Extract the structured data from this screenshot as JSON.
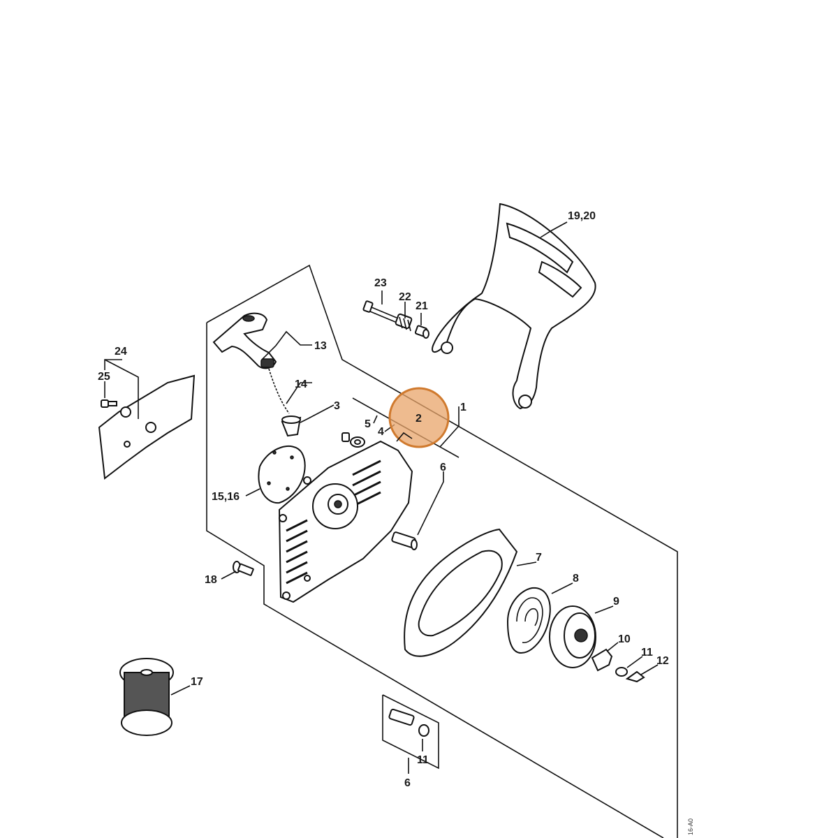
{
  "diagram": {
    "highlight_color": "#e8a46a",
    "highlight_stroke": "#d07a2e",
    "drawing_code": "16-A0",
    "parts": [
      {
        "id": "p1",
        "label": "1"
      },
      {
        "id": "p2",
        "label": "2",
        "highlighted": true
      },
      {
        "id": "p3",
        "label": "3"
      },
      {
        "id": "p4",
        "label": "4"
      },
      {
        "id": "p5",
        "label": "5"
      },
      {
        "id": "p6a",
        "label": "6"
      },
      {
        "id": "p6b",
        "label": "6"
      },
      {
        "id": "p7",
        "label": "7"
      },
      {
        "id": "p8",
        "label": "8"
      },
      {
        "id": "p9",
        "label": "9"
      },
      {
        "id": "p10",
        "label": "10"
      },
      {
        "id": "p11a",
        "label": "11"
      },
      {
        "id": "p11b",
        "label": "11"
      },
      {
        "id": "p12",
        "label": "12"
      },
      {
        "id": "p13",
        "label": "13"
      },
      {
        "id": "p14",
        "label": "14"
      },
      {
        "id": "p1516",
        "label": "15,16"
      },
      {
        "id": "p17",
        "label": "17"
      },
      {
        "id": "p18",
        "label": "18"
      },
      {
        "id": "p1920",
        "label": "19,20"
      },
      {
        "id": "p21",
        "label": "21"
      },
      {
        "id": "p22",
        "label": "22"
      },
      {
        "id": "p23",
        "label": "23"
      },
      {
        "id": "p24",
        "label": "24"
      },
      {
        "id": "p25",
        "label": "25"
      }
    ]
  }
}
